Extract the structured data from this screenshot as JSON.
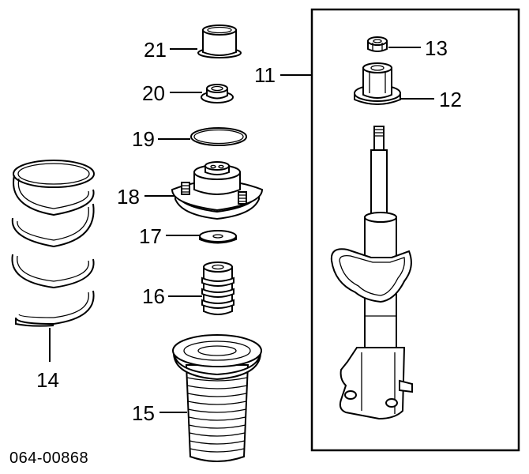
{
  "diagram": {
    "reference_code": "064-00868",
    "callouts": {
      "c11": "11",
      "c12": "12",
      "c13": "13",
      "c14": "14",
      "c15": "15",
      "c16": "16",
      "c17": "17",
      "c18": "18",
      "c19": "19",
      "c20": "20",
      "c21": "21"
    },
    "parts": [
      {
        "callout": "21",
        "icon": "bump-cap-icon"
      },
      {
        "callout": "20",
        "icon": "seat-washer-icon"
      },
      {
        "callout": "19",
        "icon": "o-ring-icon"
      },
      {
        "callout": "18",
        "icon": "strut-mount-icon"
      },
      {
        "callout": "17",
        "icon": "flat-washer-icon"
      },
      {
        "callout": "16",
        "icon": "bump-stop-icon"
      },
      {
        "callout": "15",
        "icon": "dust-boot-icon"
      },
      {
        "callout": "14",
        "icon": "coil-spring-icon"
      },
      {
        "callout": "11",
        "icon": "strut-assembly-icon"
      },
      {
        "callout": "12",
        "icon": "mount-bushing-icon"
      },
      {
        "callout": "13",
        "icon": "lock-nut-icon"
      }
    ]
  }
}
